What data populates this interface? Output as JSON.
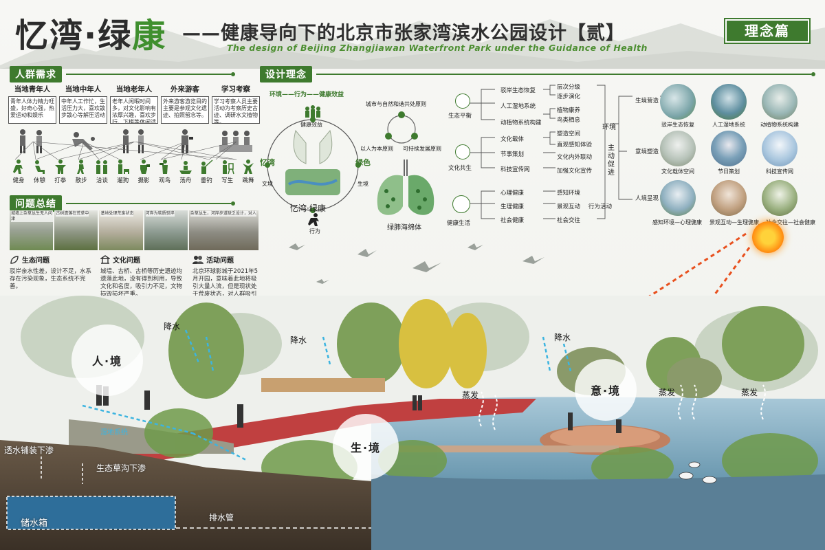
{
  "header": {
    "title_pre": "忆湾·绿",
    "title_accent": "康",
    "subtitle": "——健康导向下的北京市张家湾滨水公园设计【贰】",
    "subtitle_en": "The design of Beijing Zhangjiawan Waterfront Park under the Guidance of Health",
    "badge": "理念篇"
  },
  "crowd": {
    "head": "人群需求",
    "groups": [
      {
        "name": "当地青年人",
        "desc": "青年人体力精力旺盛，好奇心强，热爱运动和娱乐"
      },
      {
        "name": "当地中年人",
        "desc": "中年人工作忙，生活压力大，喜欢散步散心等解压活动"
      },
      {
        "name": "当地老年人",
        "desc": "老年人闲暇时间多，对文化影响有浓厚兴趣，喜欢步行、下棋等休闲活动"
      },
      {
        "name": "外来游客",
        "desc": "外来游客游览目的主要是参观文化遗迹、拍照留念等。"
      },
      {
        "name": "学习考察",
        "desc": "学习考察人员主要活动为考察历史古迹、调研水文植物等。"
      }
    ],
    "activities": [
      "健身",
      "休憩",
      "打拳",
      "散步",
      "洽谈",
      "遛狗",
      "摄影",
      "观鸟",
      "荡舟",
      "垂钓",
      "写生",
      "跳舞"
    ]
  },
  "problems": {
    "head": "问题总结",
    "photos": [
      "城墙上杂草丛生无人问津",
      "古树遗落在荒草中",
      "基地处理荒废状态",
      "河岸为软质驳岸",
      "杂草丛生，河岸步道缺乏设计，对人"
    ],
    "items": [
      {
        "title": "生态问题",
        "desc": "驳岸亲水性差，设计不足，水系存在污染现象，生态系统不完善。"
      },
      {
        "title": "文化问题",
        "desc": "城墙、古桥、古桥等历史遗迹均遗落此地，没有得到利用，导致文化和名度，吸引力不足，文物损毁损坏严重。"
      },
      {
        "title": "活动问题",
        "desc": "北京环球影城于2021年5月开园，意味着此地将吸引大量人流，但是现状处于荒废状态，对人群吸引力为零。"
      }
    ]
  },
  "concept": {
    "head": "设计理念",
    "env_line": "环境——行为——健康效益",
    "benefit": "健康效益",
    "remembrance": "忆湾",
    "culture": "文境",
    "green": "绿色",
    "life": "生境",
    "center": "忆湾·绿康",
    "behavior": "行为",
    "principle_top": "城市与自然和谐共处原则",
    "principle_left": "以人为本原则",
    "principle_right": "可持续发展原则",
    "sponge": "绿肺海绵体"
  },
  "tree": {
    "left_nodes": [
      "生态平衡",
      "文化共生",
      "健康生活"
    ],
    "mid_nodes": [
      "驳岸生态恢复",
      "人工湿地系统",
      "动植物系统构建",
      "文化载体",
      "节事策划",
      "科技宣传网",
      "心理健康",
      "生理健康",
      "社会健康"
    ],
    "leaf_nodes": [
      "层次分级",
      "逐步演化",
      "植物康养",
      "鸟类栖息",
      "塑造空间",
      "直观感知体验",
      "文化内外联动",
      "加强文化宣传",
      "感知环境",
      "景观互动",
      "社会交往"
    ],
    "env": "环境",
    "promote": "主动促进",
    "act": "行为活动",
    "right_labels": [
      "生境营造",
      "意境塑造",
      "人境呈现"
    ],
    "thumbs": [
      "驳岸生态恢复",
      "人工湿地系统",
      "动植物系统构建",
      "文化载体空间",
      "节日策划",
      "科技宣传网",
      "感知环境—心理健康",
      "景观互动—生理健康",
      "社会交往—社会健康"
    ]
  },
  "scene": {
    "ren": "人·境",
    "sheng": "生·境",
    "yi": "意·境",
    "rain1": "降水",
    "rain2": "降水",
    "rain3": "降水",
    "evap1": "蒸发",
    "evap2": "蒸发",
    "evap3": "蒸发",
    "wetland": "湿地系统",
    "pave": "透水铺装下渗",
    "swale": "生态草沟下渗",
    "tank": "储水箱",
    "pipe": "排水管"
  },
  "colors": {
    "brand": "#3e7a2e",
    "accent_green": "#4d8f32",
    "sun": "#ff8a10",
    "arrow": "#e8501e"
  }
}
